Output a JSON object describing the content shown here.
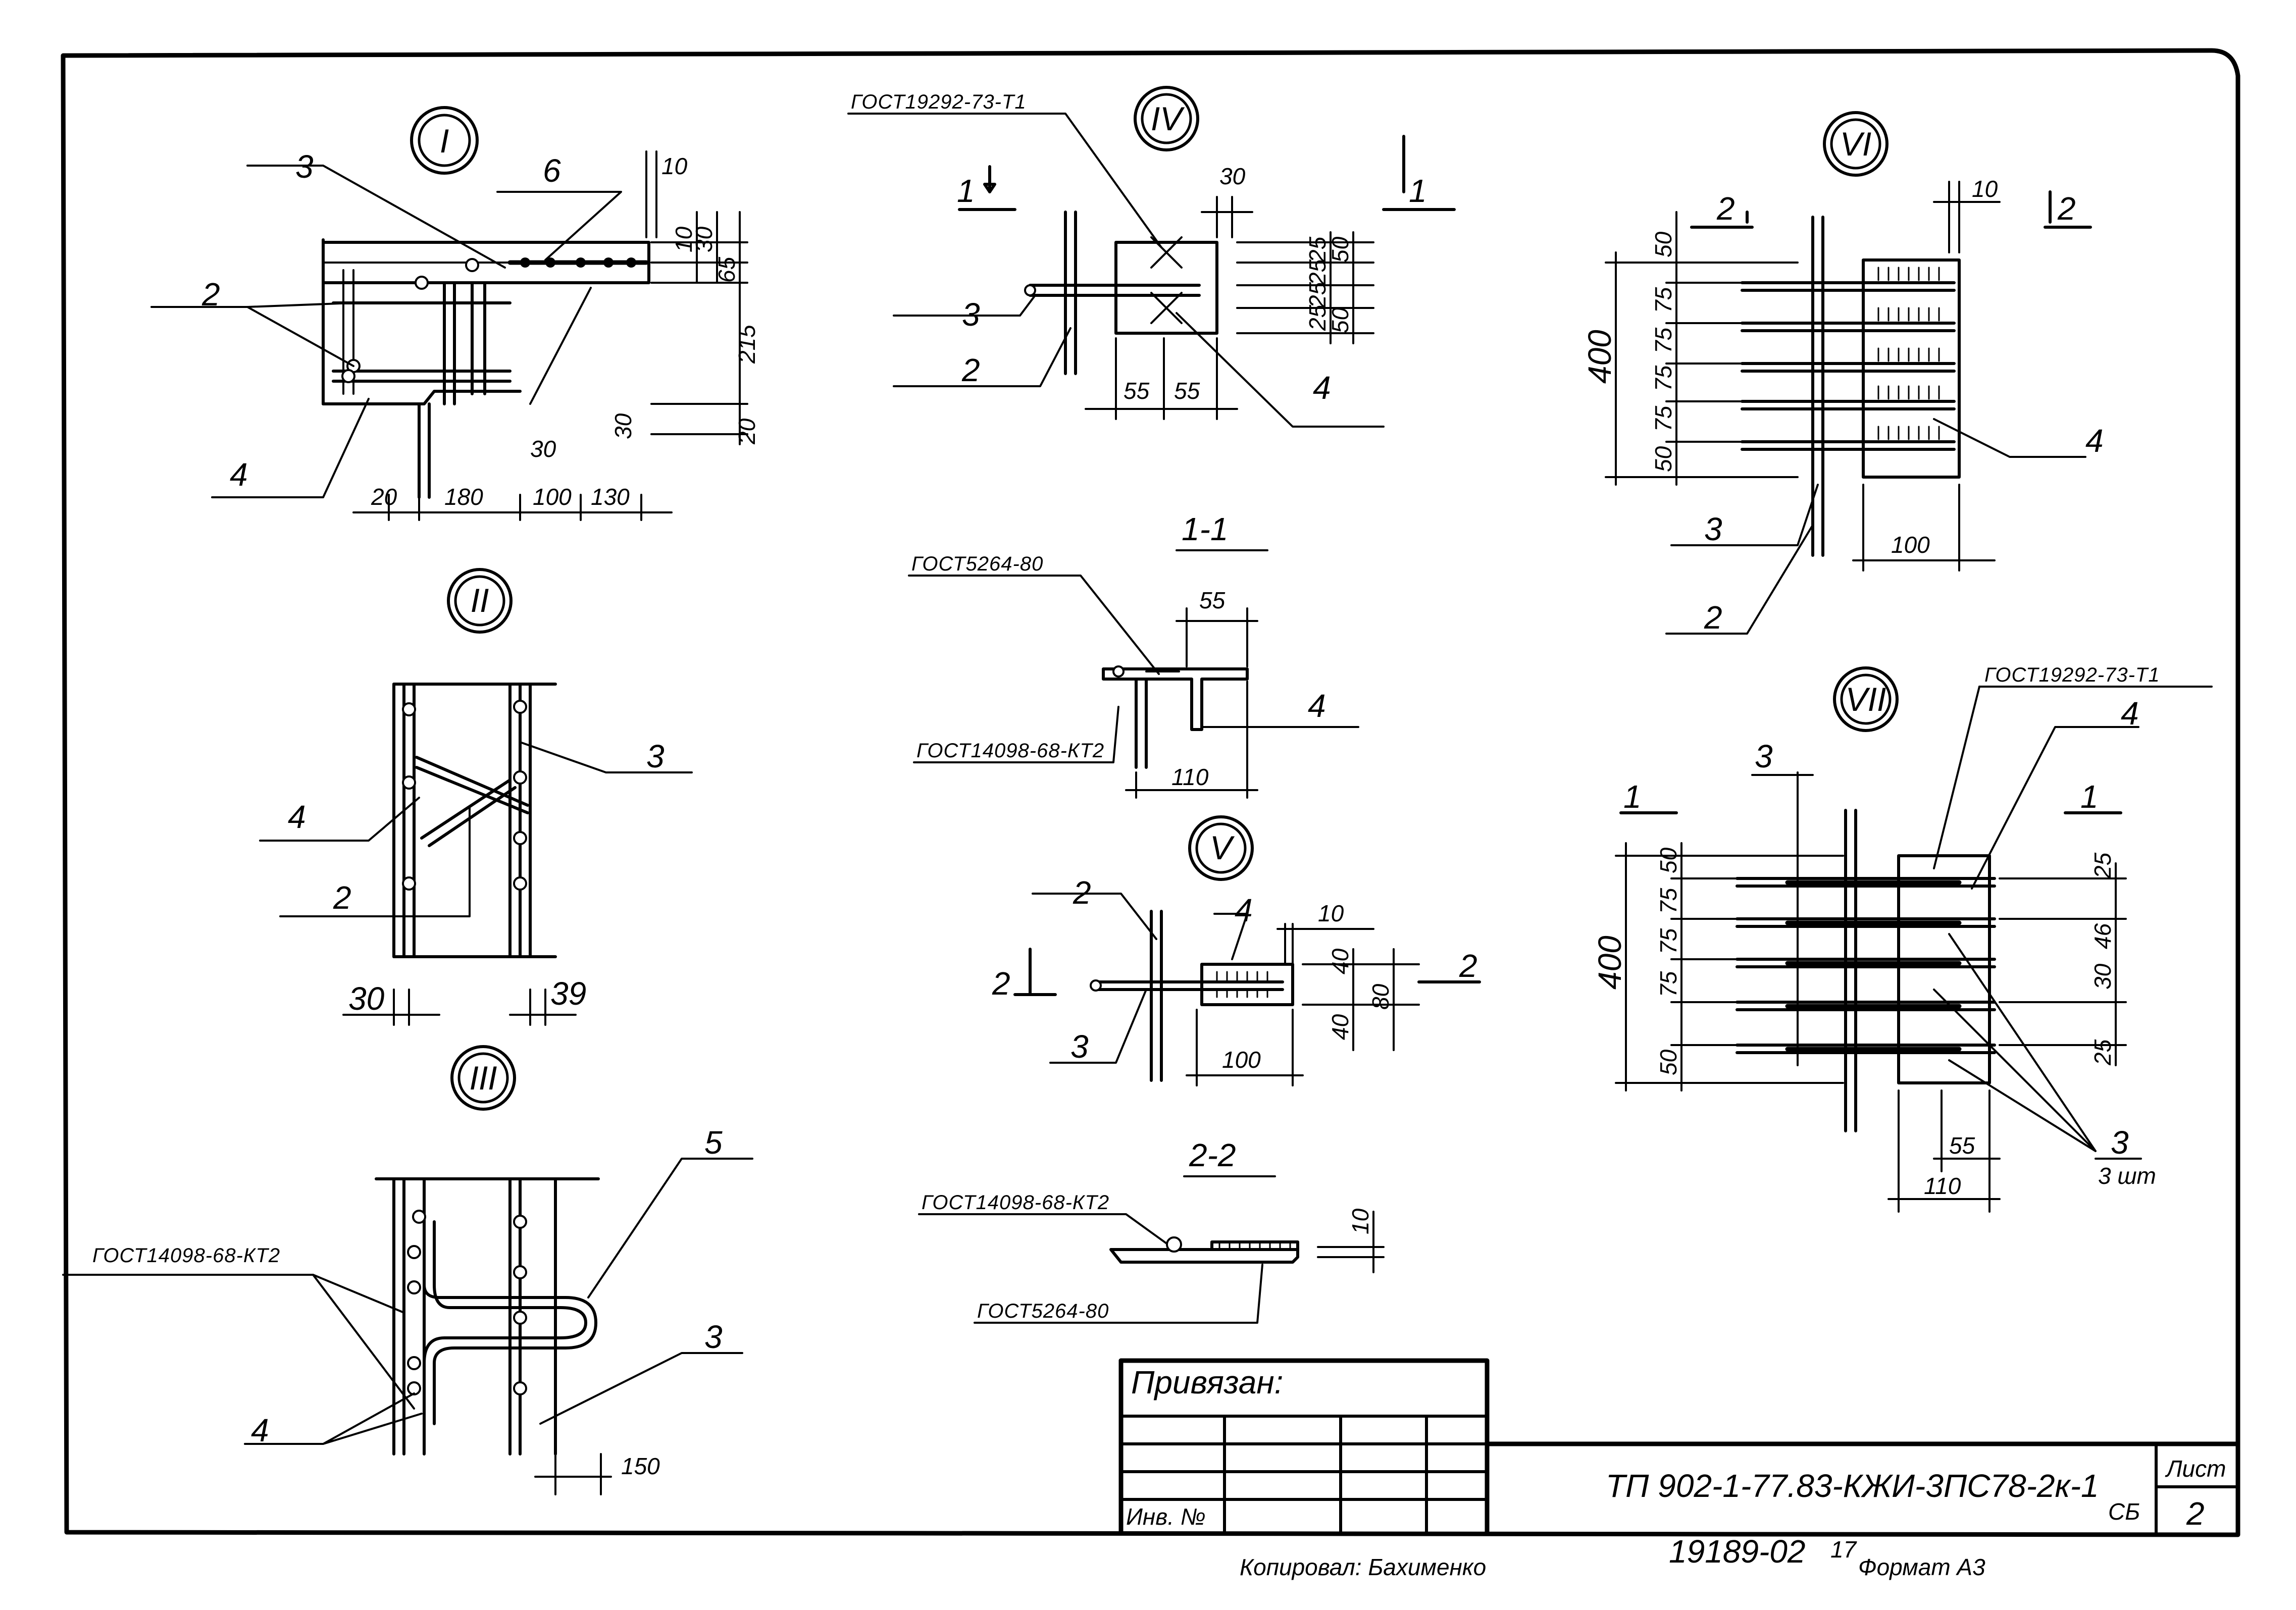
{
  "detail_marks": {
    "I": "I",
    "II": "II",
    "III": "III",
    "IV": "IV",
    "V": "V",
    "VI": "VI",
    "VII": "VII"
  },
  "sections": {
    "s11": "1-1",
    "s22": "2-2",
    "cut1": "1",
    "cut2": "2"
  },
  "gost": {
    "g19292": "ГОСТ19292-73-Т1",
    "g5264": "ГОСТ5264-80",
    "g14098": "ГОСТ14098-68-КТ2"
  },
  "detail_I": {
    "pos": [
      "3",
      "6",
      "2",
      "4"
    ],
    "dims": [
      "10",
      "10",
      "30",
      "65",
      "215",
      "20",
      "30",
      "30",
      "20",
      "180",
      "100",
      "130"
    ]
  },
  "detail_II": {
    "pos": [
      "4",
      "2",
      "3"
    ],
    "dims": [
      "30",
      "39"
    ]
  },
  "detail_III": {
    "pos": [
      "5",
      "3",
      "4"
    ],
    "dims": [
      "150"
    ]
  },
  "detail_IV": {
    "pos": [
      "3",
      "2",
      "4"
    ],
    "dims": [
      "30",
      "25",
      "25",
      "50",
      "25",
      "25",
      "50",
      "55",
      "55"
    ]
  },
  "section_11": {
    "pos": [
      "4"
    ],
    "dims": [
      "55",
      "110"
    ]
  },
  "detail_V": {
    "pos": [
      "2",
      "4",
      "3"
    ],
    "dims": [
      "10",
      "40",
      "80",
      "40",
      "100"
    ]
  },
  "section_22": {
    "dims": [
      "10"
    ]
  },
  "detail_VI": {
    "pos": [
      "4",
      "3",
      "2"
    ],
    "dims": [
      "50",
      "75",
      "75",
      "75",
      "75",
      "50",
      "400",
      "10",
      "100"
    ]
  },
  "detail_VII": {
    "pos": [
      "3",
      "4",
      "3"
    ],
    "qty": "3 шт",
    "dims": [
      "50",
      "75",
      "75",
      "75",
      "50",
      "400",
      "25",
      "46",
      "30",
      "25",
      "55",
      "110"
    ]
  },
  "title_block": {
    "privyazan": "Привязан:",
    "inv": "Инв. №",
    "code": "ТП 902-1-77.83-КЖИ-3ПС78-2к-1",
    "code_sub": "СБ",
    "sheet_label": "Лист",
    "sheet_no": "2"
  },
  "footer": {
    "copied": "Копировал: Бахименко",
    "number": "19189-02",
    "num2": "17",
    "format": "Формат А3"
  }
}
